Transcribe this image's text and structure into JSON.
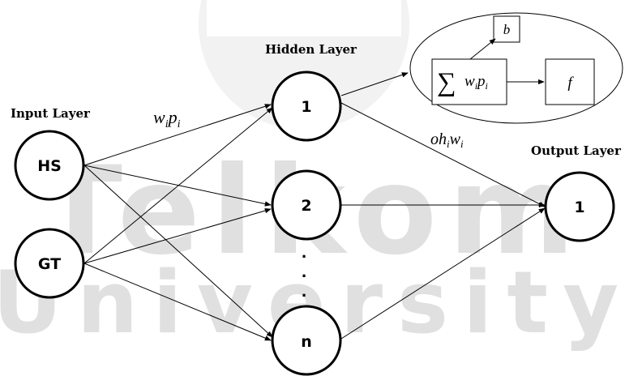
{
  "watermark": {
    "line1": "Telkom",
    "line2": "University",
    "color": "#e0e0e0"
  },
  "layers": {
    "input": {
      "title": "Input Layer",
      "nodes": [
        "HS",
        "GT"
      ]
    },
    "hidden": {
      "title": "Hidden Layer",
      "nodes": [
        "1",
        "2",
        "n"
      ],
      "ellipsis": ". . ."
    },
    "output": {
      "title": "Output Layer",
      "nodes": [
        "1"
      ]
    }
  },
  "edge_labels": {
    "input_to_hidden": {
      "base1": "w",
      "sub1": "i",
      "base2": "p",
      "sub2": "i"
    },
    "hidden_to_output": {
      "base1": "oh",
      "sub1": "i",
      "base2": "w",
      "sub2": "i"
    }
  },
  "neuron_detail": {
    "sum_symbol": "∑",
    "sum_expr": {
      "base1": "w",
      "sub1": "i",
      "base2": "p",
      "sub2": "i"
    },
    "bias": "b",
    "activation": "f"
  }
}
